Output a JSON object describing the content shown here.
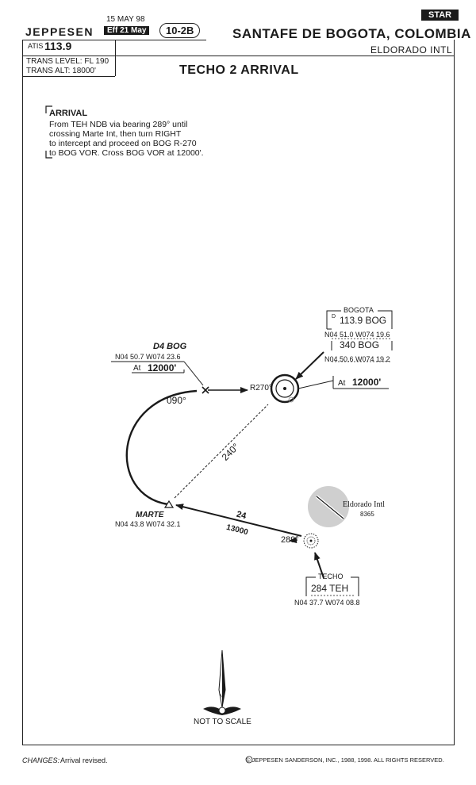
{
  "header": {
    "date": "15 MAY 98",
    "brand": "JEPPESEN",
    "effective": "Eff 21 May",
    "chart_index": "10-2B",
    "star_badge": "STAR",
    "city": "SANTAFE DE BOGOTA, COLOMBIA",
    "airport": "ELDORADO INTL",
    "atis_label": "ATIS",
    "atis_freq": "113.9",
    "trans_level": "TRANS LEVEL: FL 190",
    "trans_alt": "TRANS ALT: 18000'",
    "procedure_title": "TECHO 2 ARRIVAL"
  },
  "narrative": {
    "heading": "ARRIVAL",
    "lines": [
      "From TEH NDB via bearing 289° until",
      "crossing Marte Int, then turn RIGHT",
      "to intercept and proceed on BOG R-270",
      "to BOG VOR. Cross BOG VOR at 12000'."
    ]
  },
  "fixes": {
    "bogota": {
      "title": "BOGOTA",
      "vor_prefix": "D",
      "vor": "113.9 BOG",
      "vor_coords": "N04 51.0 W074 19.6",
      "ndb": "340 BOG",
      "ndb_coords": "N04 50.6 W074 19.2"
    },
    "d4bog": {
      "name": "D4 BOG",
      "coords": "N04 50.7 W074 23.6",
      "alt_prefix": "At",
      "altitude": "12000'"
    },
    "bog_crossing": {
      "alt_prefix": "At",
      "altitude": "12000'"
    },
    "marte": {
      "name": "MARTE",
      "coords": "N04 43.8 W074 32.1"
    },
    "techo": {
      "title": "TECHO",
      "ndb": "284 TEH",
      "coords": "N04 37.7 W074 08.8"
    },
    "airport": {
      "name": "Eldorado Intl",
      "elevation": "8365"
    }
  },
  "route_labels": {
    "radial": "R270°",
    "heading_090": "090°",
    "track_240": "240°",
    "leg_distance": "24",
    "leg_altitude": "13000",
    "bearing_289": "289°"
  },
  "footer": {
    "north": "N",
    "scale_note": "NOT TO SCALE",
    "changes_label": "CHANGES:",
    "changes_text": "Arrival revised.",
    "copyright": "© JEPPESEN SANDERSON, INC., 1988, 1998. ALL RIGHTS RESERVED."
  },
  "colors": {
    "ink": "#1a1a1a",
    "airport_fill": "#cfcfcf"
  }
}
